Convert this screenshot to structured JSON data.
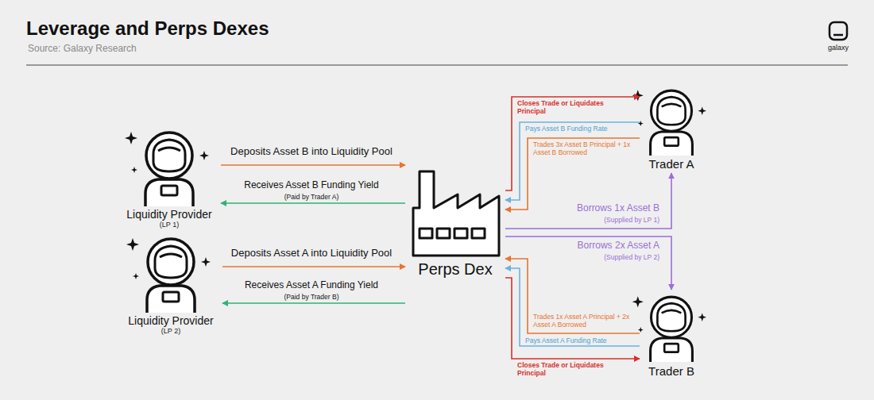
{
  "diagram": {
    "title": "Leverage and Perps Dexes",
    "nodes": [
      {
        "text": [
          "Liquidity Provider",
          "(LP 1)"
        ]
      },
      {
        "text": [
          "Liquidity Provider",
          "(LP 2)"
        ]
      },
      {
        "text": [
          "Perps Dex"
        ]
      },
      {
        "text": [
          "Trader A"
        ]
      },
      {
        "text": [
          "Trader B"
        ]
      }
    ],
    "edges": [
      {
        "from": 0,
        "to": 2,
        "arrow": "to",
        "label": "Deposits Asset B into Liquidity Pool"
      },
      {
        "from": 2,
        "to": 0,
        "arrow": "to",
        "label": "Receives Asset B Funding Yield"
      },
      {
        "from": 1,
        "to": 2,
        "arrow": "to",
        "label": "Deposits Asset A into Liquidity Pool"
      },
      {
        "from": 2,
        "to": 1,
        "arrow": "to",
        "label": "Receives Asset A Funding Yield"
      },
      {
        "from": 2,
        "to": 3,
        "arrow": "to",
        "label": "Closes Trade or Liquidates Principal"
      },
      {
        "from": 3,
        "to": 2,
        "arrow": "to",
        "label": "Pays Asset B Funding Rate"
      },
      {
        "from": 3,
        "to": 2,
        "arrow": "to",
        "label": "Trades 3x Asset B Principal + 1x Asset B Borrowed"
      },
      {
        "from": 2,
        "to": 3,
        "arrow": "to",
        "label": "Borrows 1x Asset B"
      },
      {
        "from": 2,
        "to": 4,
        "arrow": "to",
        "label": "Borrows 2x Asset A"
      },
      {
        "from": 4,
        "to": 2,
        "arrow": "to",
        "label": "Trades 1x Asset A Principal + 2x Asset A Borrowed"
      },
      {
        "from": 4,
        "to": 2,
        "arrow": "to",
        "label": "Pays Asset A Funding Rate"
      },
      {
        "from": 2,
        "to": 4,
        "arrow": "to",
        "label": "Closes Trade or Liquidates Principal"
      }
    ],
    "labels": [
      "(Paid by Trader A)",
      "(Paid by Trader B)",
      "(Supplied by LP 1)",
      "(Supplied by LP 2)",
      "Source: Galaxy Research",
      "galaxy"
    ]
  }
}
